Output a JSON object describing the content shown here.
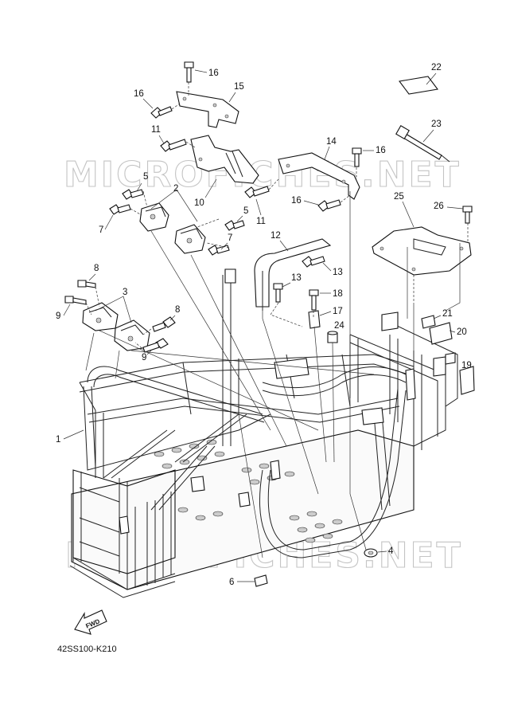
{
  "watermark": "MICROFICHES.NET",
  "diagram_code": "42SS100-K210",
  "fwd_label": "FWD",
  "callouts": {
    "c1": "1",
    "c2": "2",
    "c3": "3",
    "c4": "4",
    "c5a": "5",
    "c5b": "5",
    "c6": "6",
    "c7a": "7",
    "c7b": "7",
    "c8a": "8",
    "c8b": "8",
    "c9a": "9",
    "c9b": "9",
    "c10": "10",
    "c11a": "11",
    "c11b": "11",
    "c12": "12",
    "c13a": "13",
    "c13b": "13",
    "c14": "14",
    "c15": "15",
    "c16a": "16",
    "c16b": "16",
    "c16c": "16",
    "c16d": "16",
    "c17": "17",
    "c18": "18",
    "c19": "19",
    "c20": "20",
    "c21": "21",
    "c22": "22",
    "c23": "23",
    "c24": "24",
    "c25": "25",
    "c26": "26"
  }
}
